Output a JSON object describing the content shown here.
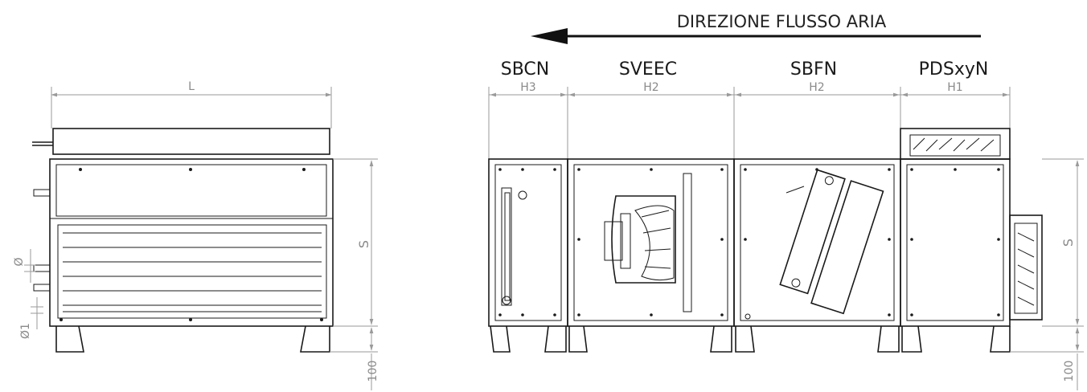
{
  "airflow": {
    "label": "DIREZIONE FLUSSO ARIA"
  },
  "modules": [
    {
      "code": "SBCN",
      "height_label": "H3"
    },
    {
      "code": "SVEEC",
      "height_label": "H2"
    },
    {
      "code": "SBFN",
      "height_label": "H2"
    },
    {
      "code": "PDSxyN",
      "height_label": "H1"
    }
  ],
  "side_view": {
    "length_label": "L",
    "height_label": "S",
    "pipe_diameter_label": "Ø",
    "drain_diameter_label": "Ø1",
    "feet_label": "100"
  },
  "front_view": {
    "height_label": "S",
    "feet_label": "100"
  },
  "colors": {
    "line": "#1a1a1a",
    "dimension": "#9a9a9a"
  }
}
